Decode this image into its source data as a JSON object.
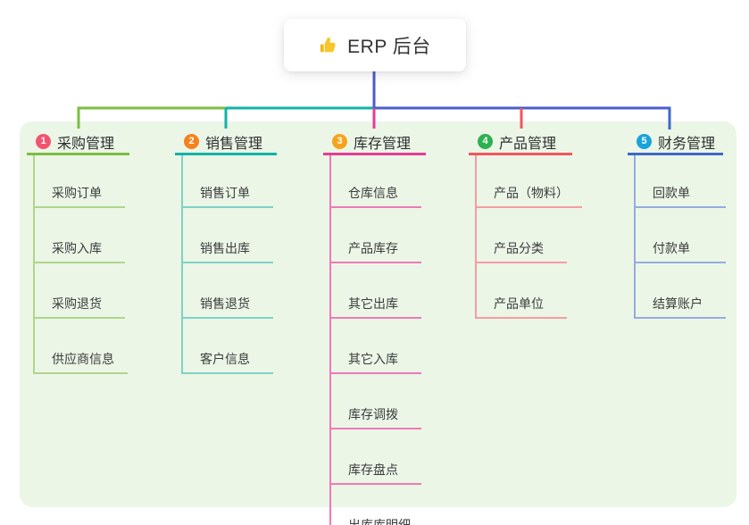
{
  "root": {
    "title": "ERP 后台",
    "icon": "thumbs-up-icon",
    "connector_color": "#4c5ccb"
  },
  "panel_color": "#ebf6e7",
  "branches": [
    {
      "badge": "1",
      "badge_color": "#f3536f",
      "label": "采购管理",
      "color": "#7cbe41",
      "light_color": "#aed68a",
      "children": [
        "采购订单",
        "采购入库",
        "采购退货",
        "供应商信息"
      ]
    },
    {
      "badge": "2",
      "badge_color": "#f5821f",
      "label": "销售管理",
      "color": "#11b3a6",
      "light_color": "#7fd2c8",
      "children": [
        "销售订单",
        "销售出库",
        "销售退货",
        "客户信息"
      ]
    },
    {
      "badge": "3",
      "badge_color": "#f5a31e",
      "label": "库存管理",
      "color": "#e53c97",
      "light_color": "#ee7ab6",
      "children": [
        "仓库信息",
        "产品库存",
        "其它出库",
        "其它入库",
        "库存调拨",
        "库存盘点",
        "出库库明细"
      ]
    },
    {
      "badge": "4",
      "badge_color": "#2eb150",
      "label": "产品管理",
      "color": "#f4555c",
      "light_color": "#f59da1",
      "children": [
        "产品（物料）",
        "产品分类",
        "产品单位"
      ]
    },
    {
      "badge": "5",
      "badge_color": "#18a3dc",
      "label": "财务管理",
      "color": "#3f68c8",
      "light_color": "#96abdf",
      "children": [
        "回款单",
        "付款单",
        "结算账户"
      ]
    }
  ]
}
